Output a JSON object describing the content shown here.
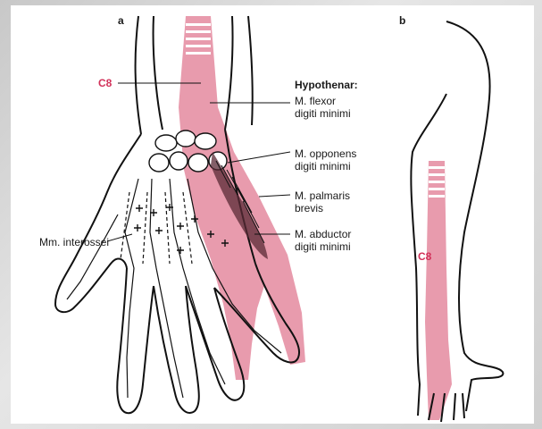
{
  "figure": {
    "panel_a_letter": "a",
    "panel_b_letter": "b",
    "dermatome_label_a": "C8",
    "dermatome_label_b": "C8",
    "group_heading": "Hypothenar:",
    "muscles": [
      {
        "line1": "M. flexor",
        "line2": "digiti minimi"
      },
      {
        "line1": "M. opponens",
        "line2": "digiti minimi"
      },
      {
        "line1": "M. palmaris",
        "line2": "brevis"
      },
      {
        "line1": "M. abductor",
        "line2": "digiti minimi"
      }
    ],
    "interossei_label": "Mm. interossei"
  },
  "colors": {
    "dermatome": "#e48a9f",
    "label_accent": "#d2325a",
    "outline": "#111111"
  }
}
